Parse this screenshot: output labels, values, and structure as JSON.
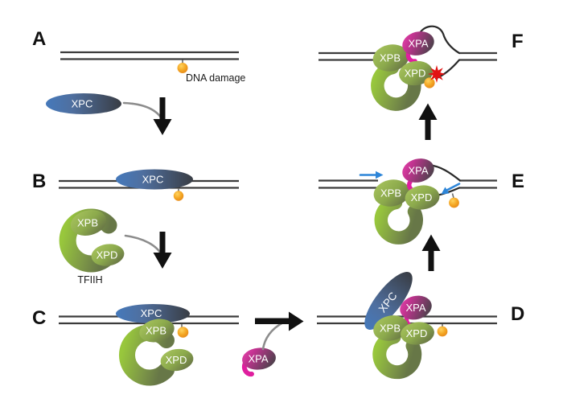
{
  "panel_labels": {
    "a": "A",
    "b": "B",
    "c": "C",
    "d": "D",
    "e": "E",
    "f": "F"
  },
  "proteins": {
    "xpc": "XPC",
    "xpb": "XPB",
    "xpd": "XPD",
    "xpa": "XPA",
    "tfiih": "TFIIH"
  },
  "annotations": {
    "dna_damage": "DNA damage"
  },
  "colors": {
    "background": "#ffffff",
    "dna_strand": "#3b3b3b",
    "xpc_blue": "#4579bb",
    "xpc_dark_end": "#393d44",
    "tfiih_green_light": "#98c73c",
    "tfiih_green_dark": "#677747",
    "xpa_pink": "#ec45b0",
    "xpa_dark_end": "#53404f",
    "xpa_tail_magenta": "#df1f9e",
    "damage_orange": "#f3a421",
    "incision_red": "#e11212",
    "flow_arrow_black": "#111111",
    "recruit_arrow_gray": "#8c8c8c",
    "translocation_arrow_blue": "#2d85d8",
    "protein_label_white": "#ffffff"
  }
}
